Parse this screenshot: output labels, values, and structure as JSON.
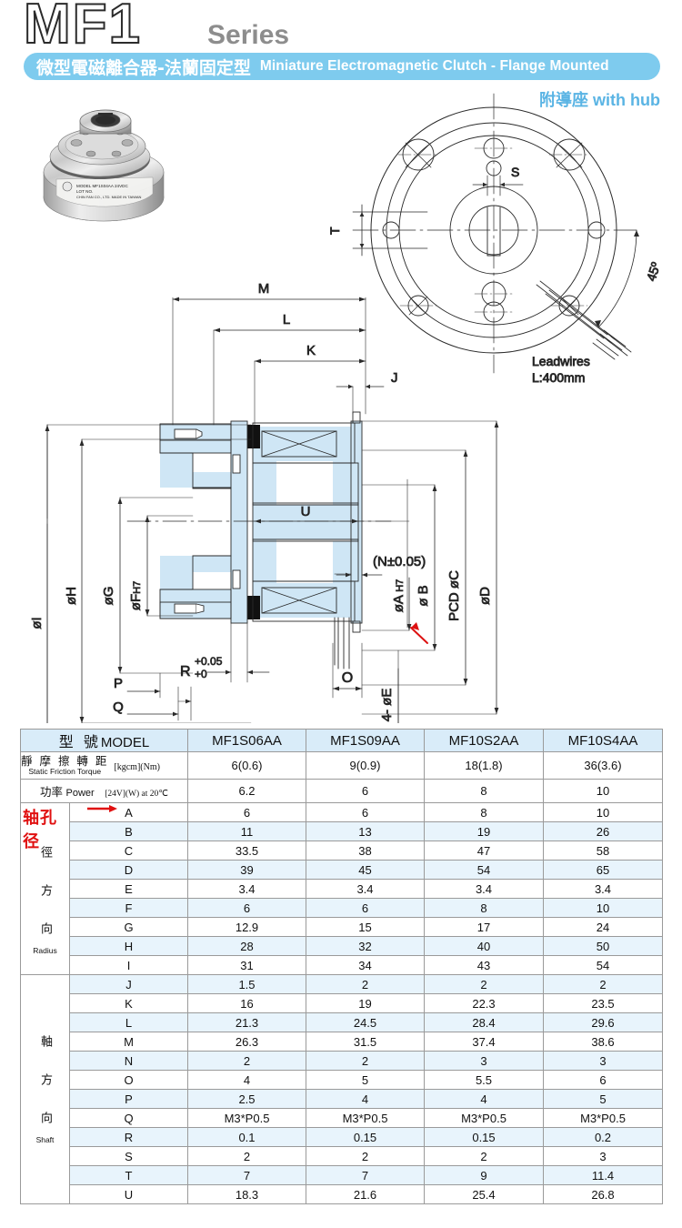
{
  "header": {
    "logo": "MF1",
    "series": "Series",
    "banner_cn": "微型電磁離合器-法蘭固定型",
    "banner_en": "Miniature Electromagnetic Clutch - Flange Mounted",
    "with_hub_cn": "附導座",
    "with_hub_en": "with hub",
    "banner_color": "#7ecbee",
    "with_hub_color": "#5ab4e4"
  },
  "drawing": {
    "front_view": {
      "label_s": "S",
      "label_t": "T",
      "label_j": "J",
      "angle": "45º",
      "leadwires_line1": "Leadwires",
      "leadwires_line2": "L:400mm"
    },
    "section_view": {
      "top_dims": [
        "M",
        "L",
        "K",
        "J"
      ],
      "left_dims": [
        "øI",
        "øH",
        "øG",
        "øF H7",
        "P",
        "Q"
      ],
      "right_dims": [
        "(N±0.05)",
        "øA H7",
        "øB",
        "PCD øC",
        "øD",
        "4- øE"
      ],
      "center_dim": "U",
      "bottom_dims": [
        "R",
        "+0.05",
        "+0",
        "O"
      ]
    }
  },
  "table": {
    "model_label_cn": "型 號",
    "model_label_en": "MODEL",
    "torque_cn": "靜 摩 擦 轉 距",
    "torque_en": "Static Friction Torque",
    "torque_unit": "[kgcm](Nm)",
    "power_cn": "功率",
    "power_en": "Power",
    "power_unit": "[24V](W) at 20℃",
    "shaft_bore_cn": "轴孔径",
    "radius_group_cn": "徑 方 向",
    "radius_group_en": "Radius",
    "shaft_group_cn": "軸 方 向",
    "shaft_group_en": "Shaft",
    "models": [
      "MF1S06AA",
      "MF1S09AA",
      "MF10S2AA",
      "MF10S4AA"
    ],
    "torque_values": [
      "6(0.6)",
      "9(0.9)",
      "18(1.8)",
      "36(3.6)"
    ],
    "power_values": [
      "6.2",
      "6",
      "8",
      "10"
    ],
    "radius_rows": [
      {
        "letter": "A",
        "values": [
          "6",
          "6",
          "8",
          "10"
        ]
      },
      {
        "letter": "B",
        "values": [
          "11",
          "13",
          "19",
          "26"
        ]
      },
      {
        "letter": "C",
        "values": [
          "33.5",
          "38",
          "47",
          "58"
        ]
      },
      {
        "letter": "D",
        "values": [
          "39",
          "45",
          "54",
          "65"
        ]
      },
      {
        "letter": "E",
        "values": [
          "3.4",
          "3.4",
          "3.4",
          "3.4"
        ]
      },
      {
        "letter": "F",
        "values": [
          "6",
          "6",
          "8",
          "10"
        ]
      },
      {
        "letter": "G",
        "values": [
          "12.9",
          "15",
          "17",
          "24"
        ]
      },
      {
        "letter": "H",
        "values": [
          "28",
          "32",
          "40",
          "50"
        ]
      },
      {
        "letter": "I",
        "values": [
          "31",
          "34",
          "43",
          "54"
        ]
      }
    ],
    "shaft_rows": [
      {
        "letter": "J",
        "values": [
          "1.5",
          "2",
          "2",
          "2"
        ]
      },
      {
        "letter": "K",
        "values": [
          "16",
          "19",
          "22.3",
          "23.5"
        ]
      },
      {
        "letter": "L",
        "values": [
          "21.3",
          "24.5",
          "28.4",
          "29.6"
        ]
      },
      {
        "letter": "M",
        "values": [
          "26.3",
          "31.5",
          "37.4",
          "38.6"
        ]
      },
      {
        "letter": "N",
        "values": [
          "2",
          "2",
          "3",
          "3"
        ]
      },
      {
        "letter": "O",
        "values": [
          "4",
          "5",
          "5.5",
          "6"
        ]
      },
      {
        "letter": "P",
        "values": [
          "2.5",
          "4",
          "4",
          "5"
        ]
      },
      {
        "letter": "Q",
        "values": [
          "M3*P0.5",
          "M3*P0.5",
          "M3*P0.5",
          "M3*P0.5"
        ]
      },
      {
        "letter": "R",
        "values": [
          "0.1",
          "0.15",
          "0.15",
          "0.2"
        ]
      },
      {
        "letter": "S",
        "values": [
          "2",
          "2",
          "2",
          "3"
        ]
      },
      {
        "letter": "T",
        "values": [
          "7",
          "7",
          "9",
          "11.4"
        ]
      },
      {
        "letter": "U",
        "values": [
          "18.3",
          "21.6",
          "25.4",
          "26.8"
        ]
      }
    ],
    "header_bg": "#d9ecf9",
    "zebra_bg": "#e8f4fc"
  },
  "photo": {
    "label": "product-photo",
    "model_text": "MODEL  MF1S04AA  24VDC",
    "lot_text": "LOT NO."
  }
}
